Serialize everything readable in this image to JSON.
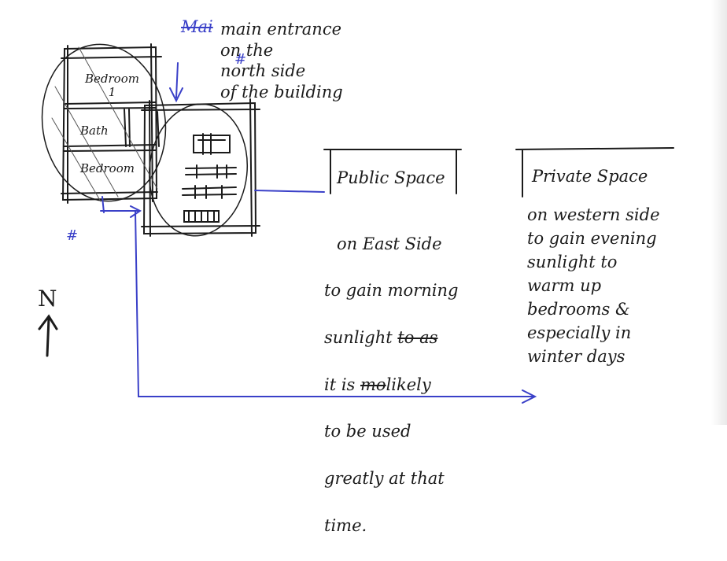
{
  "annotations": {
    "entrance_strike": "Mai",
    "entrance_lines": "main entrance\non the\nnorth side\nof the building",
    "blue_hash_top": "#",
    "blue_hash_left": "#"
  },
  "rooms": {
    "bedroom1": "Bedroom\n1",
    "bath": "Bath",
    "bedroom2": "Bedroom"
  },
  "public_space": {
    "title": "Public Space",
    "line1": "on East Side",
    "line2": "to gain morning",
    "line3_a": "sunlight",
    "line3_strike": "to as",
    "line4_a": "it is",
    "line4_strike": "mo",
    "line4_b": "likely",
    "line5": "to be used",
    "line6": "greatly at that",
    "line7": "time."
  },
  "private_space": {
    "title": "Private Space",
    "body": "on western side\nto gain evening\nsunlight to\nwarm up\nbedrooms &\nespecially in\nwinter days"
  },
  "compass": {
    "label": "N"
  },
  "colors": {
    "ink": "#1b1b1b",
    "blue_ink": "#3a40c8",
    "paper": "#ffffff"
  }
}
